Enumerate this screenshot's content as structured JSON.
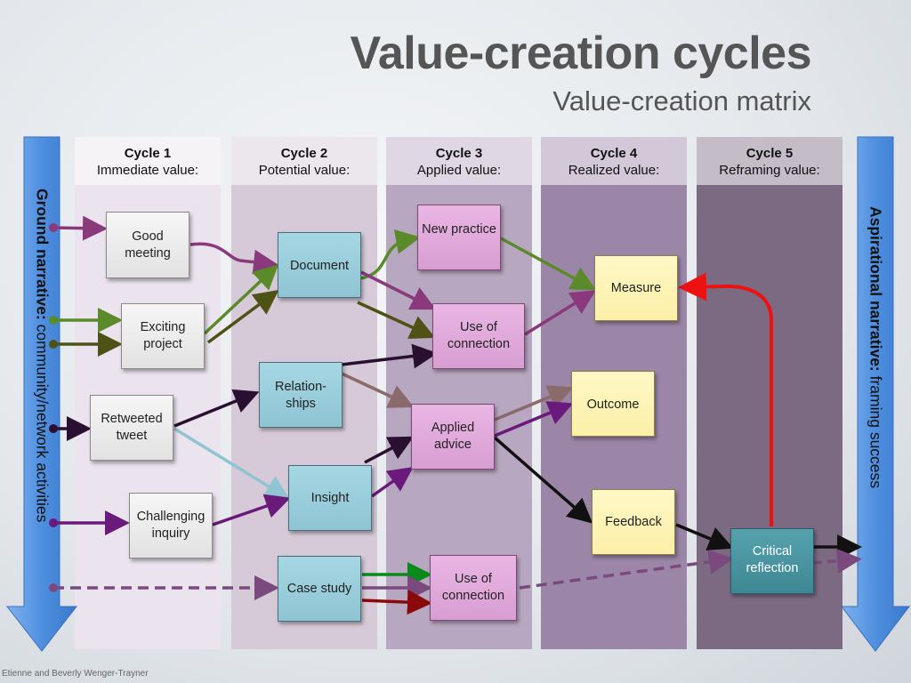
{
  "title": "Value-creation cycles",
  "subtitle": "Value-creation matrix",
  "credit": "Etienne and Beverly Wenger-Trayner",
  "left_arrow": {
    "bold": "Ground narrative:",
    "rest": " community/network activities"
  },
  "right_arrow": {
    "bold": "Aspirational narrative:",
    "rest": " framing success"
  },
  "cycles": [
    {
      "name": "Cycle 1",
      "value": "Immediate value:"
    },
    {
      "name": "Cycle 2",
      "value": "Potential value:"
    },
    {
      "name": "Cycle 3",
      "value": "Applied value:"
    },
    {
      "name": "Cycle 4",
      "value": "Realized value:"
    },
    {
      "name": "Cycle 5",
      "value": "Reframing value:"
    }
  ],
  "boxes": {
    "good_meeting": "Good meeting",
    "exciting_project": "Exciting project",
    "retweeted_tweet": "Retweeted tweet",
    "challenging_inquiry": "Challenging inquiry",
    "document": "Document",
    "relationships": "Relation-ships",
    "insight": "Insight",
    "case_study": "Case study",
    "new_practice": "New practice",
    "use_of_connection_1": "Use of connection",
    "applied_advice": "Applied advice",
    "use_of_connection_2": "Use of connection",
    "measure": "Measure",
    "outcome": "Outcome",
    "feedback": "Feedback",
    "critical_reflection": "Critical reflection"
  },
  "colors": {
    "col1": "#e9e3ec",
    "col2": "#d5c9d6",
    "col3": "#b7a6bf",
    "col4": "#9d86a9",
    "col5": "#7e6b84",
    "arrow_blue": "#4f8fdf",
    "red": "#ee1111"
  }
}
